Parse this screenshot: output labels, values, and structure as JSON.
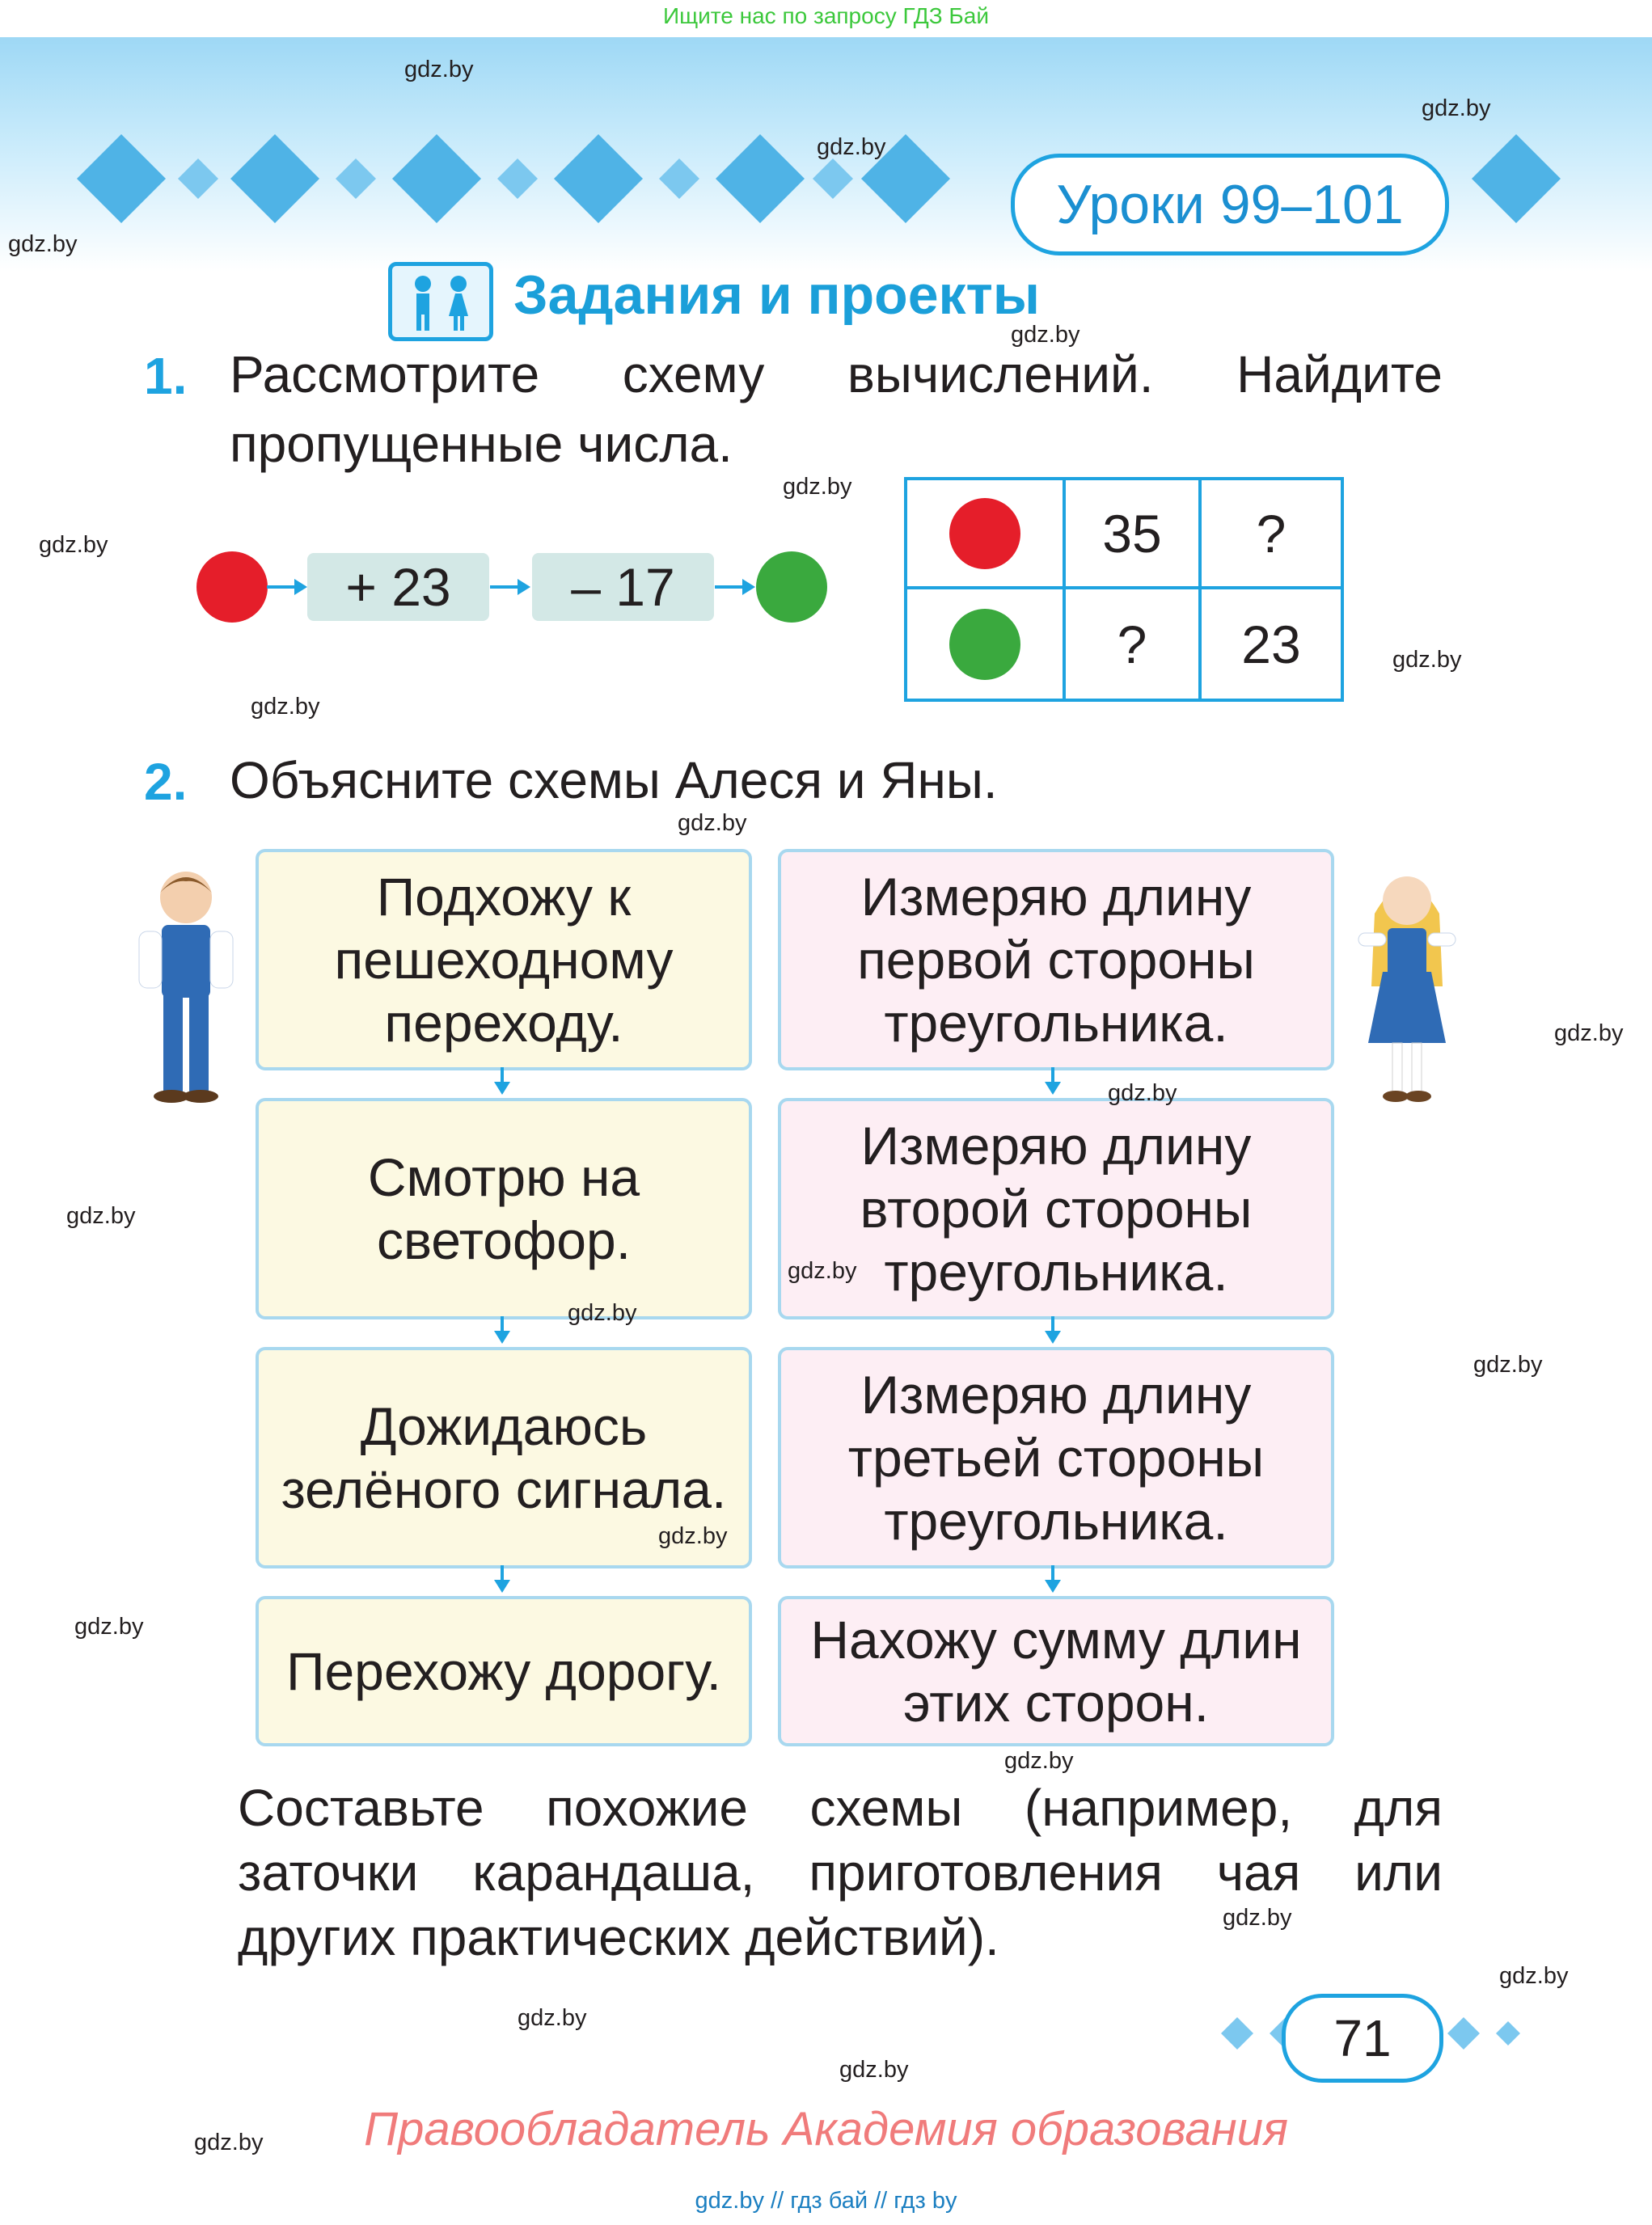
{
  "top_note": "Ищите нас по запросу ГДЗ Бай",
  "lessons_label": "Уроки 99–101",
  "section_title": "Задания и проекты",
  "task1": {
    "number": "1.",
    "text": "Рассмотрите схему вычислений. Найдите пропущенные числа.",
    "chain": {
      "op1": "+ 23",
      "op2": "– 17"
    },
    "table": {
      "r1c2": "35",
      "r1c3": "?",
      "r2c2": "?",
      "r2c3": "23"
    }
  },
  "task2": {
    "number": "2.",
    "text": "Объясните схемы Алеся и Яны.",
    "ales_steps": [
      "Подхожу к пешеходному переходу.",
      "Смотрю на светофор.",
      "Дожидаюсь зелёного сигнала.",
      "Перехожу дорогу."
    ],
    "yana_steps": [
      "Измеряю длину первой стороны треугольника.",
      "Измеряю длину второй стороны треугольника.",
      "Измеряю длину третьей стороны треугольника.",
      "Нахожу сумму длин этих сторон."
    ],
    "followup": "Составьте похожие схемы (например, для заточки карандаша, приготовления чая или других практических действий)."
  },
  "page_number": "71",
  "copyright": "Правообладатель Академия образования",
  "footer": "gdz.by  //  гдз бай  //  гдз by",
  "watermark": "gdz.by",
  "colors": {
    "accent_blue": "#1ea3e0",
    "red_dot": "#e51e2a",
    "green_dot": "#3aa93e",
    "copyright": "#f07b7b"
  }
}
